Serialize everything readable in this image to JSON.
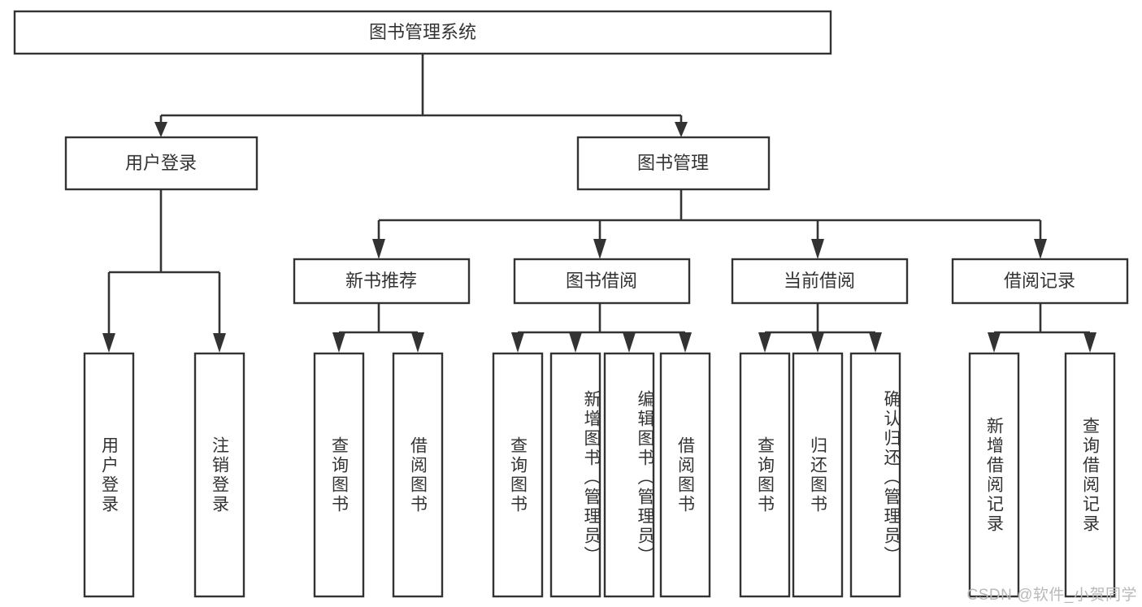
{
  "diagram": {
    "type": "tree",
    "title": "图书管理系统",
    "theme": {
      "box_fill": "#ffffff",
      "box_stroke": "#333333",
      "connector": "#333333",
      "text": "#333333",
      "background": "#ffffff",
      "watermark_color": "#b9b9b9"
    },
    "levels": [
      {
        "level": 1,
        "nodes": [
          {
            "id": "root",
            "label": "图书管理系统",
            "orientation": "horizontal"
          }
        ]
      },
      {
        "level": 2,
        "nodes": [
          {
            "id": "login",
            "label": "用户登录",
            "orientation": "horizontal",
            "parent": "root"
          },
          {
            "id": "bookmgmt",
            "label": "图书管理",
            "orientation": "horizontal",
            "parent": "root"
          }
        ]
      },
      {
        "level": 3,
        "nodes": [
          {
            "id": "newbook",
            "label": "新书推荐",
            "orientation": "horizontal",
            "parent": "bookmgmt"
          },
          {
            "id": "borrow",
            "label": "图书借阅",
            "orientation": "horizontal",
            "parent": "bookmgmt"
          },
          {
            "id": "current",
            "label": "当前借阅",
            "orientation": "horizontal",
            "parent": "bookmgmt"
          },
          {
            "id": "records",
            "label": "借阅记录",
            "orientation": "horizontal",
            "parent": "bookmgmt"
          }
        ]
      },
      {
        "level": 4,
        "nodes": [
          {
            "id": "leaf-login-1",
            "label": "用户登录",
            "orientation": "vertical",
            "parent": "login",
            "align": "middle"
          },
          {
            "id": "leaf-login-2",
            "label": "注销登录",
            "orientation": "vertical",
            "parent": "login",
            "align": "middle"
          },
          {
            "id": "leaf-new-1",
            "label": "查询图书",
            "orientation": "vertical",
            "parent": "newbook",
            "align": "middle"
          },
          {
            "id": "leaf-new-2",
            "label": "借阅图书",
            "orientation": "vertical",
            "parent": "newbook",
            "align": "middle"
          },
          {
            "id": "leaf-borrow-1",
            "label": "查询图书",
            "orientation": "vertical",
            "parent": "borrow",
            "align": "middle"
          },
          {
            "id": "leaf-borrow-2",
            "label": "新增图书（管理员）",
            "orientation": "vertical",
            "parent": "borrow",
            "align": "top"
          },
          {
            "id": "leaf-borrow-3",
            "label": "编辑图书（管理员）",
            "orientation": "vertical",
            "parent": "borrow",
            "align": "top"
          },
          {
            "id": "leaf-borrow-4",
            "label": "借阅图书",
            "orientation": "vertical",
            "parent": "borrow",
            "align": "middle"
          },
          {
            "id": "leaf-cur-1",
            "label": "查询图书",
            "orientation": "vertical",
            "parent": "current",
            "align": "middle"
          },
          {
            "id": "leaf-cur-2",
            "label": "归还图书",
            "orientation": "vertical",
            "parent": "current",
            "align": "middle"
          },
          {
            "id": "leaf-cur-3",
            "label": "确认归还（管理员）",
            "orientation": "vertical",
            "parent": "current",
            "align": "top"
          },
          {
            "id": "leaf-rec-1",
            "label": "新增借阅记录",
            "orientation": "vertical",
            "parent": "records",
            "align": "middle"
          },
          {
            "id": "leaf-rec-2",
            "label": "查询借阅记录",
            "orientation": "vertical",
            "parent": "records",
            "align": "middle"
          }
        ]
      }
    ],
    "watermark": "CSDN @软件_小贺同学"
  }
}
